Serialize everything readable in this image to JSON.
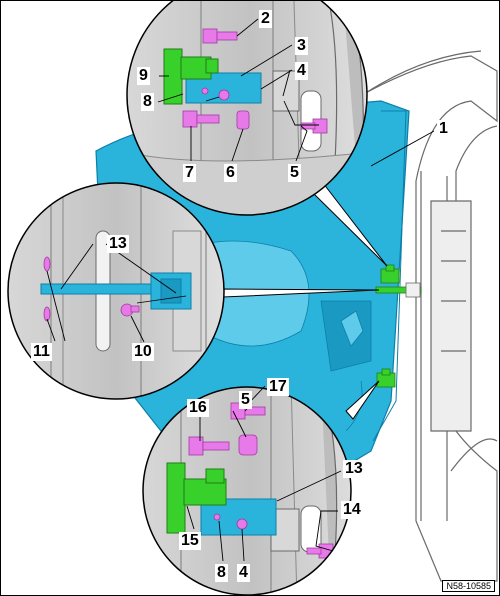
{
  "callouts": {
    "c1": "1",
    "c2": "2",
    "c3": "3",
    "c4": "4",
    "c5": "5",
    "c6": "6",
    "c7": "7",
    "c8": "8",
    "c9": "9",
    "c10": "10",
    "c11": "11",
    "c13": "13",
    "c4b": "4",
    "c5b": "5",
    "c8b": "8",
    "c13b": "13",
    "c14": "14",
    "c15": "15",
    "c16": "16",
    "c17": "17"
  },
  "reference_code": "N58-10585",
  "colors": {
    "door_panel": "#2ab4dc",
    "door_panel_dark": "#0d7fa8",
    "hinge_green": "#38d12b",
    "bolt_pink": "#e879e8",
    "body_gray": "#c8c8c8",
    "body_line": "#6a6a6a"
  },
  "icons": {
    "hinge": "door-hinge-icon",
    "bolt": "hex-bolt-icon",
    "check_strap": "door-check-strap-icon"
  }
}
